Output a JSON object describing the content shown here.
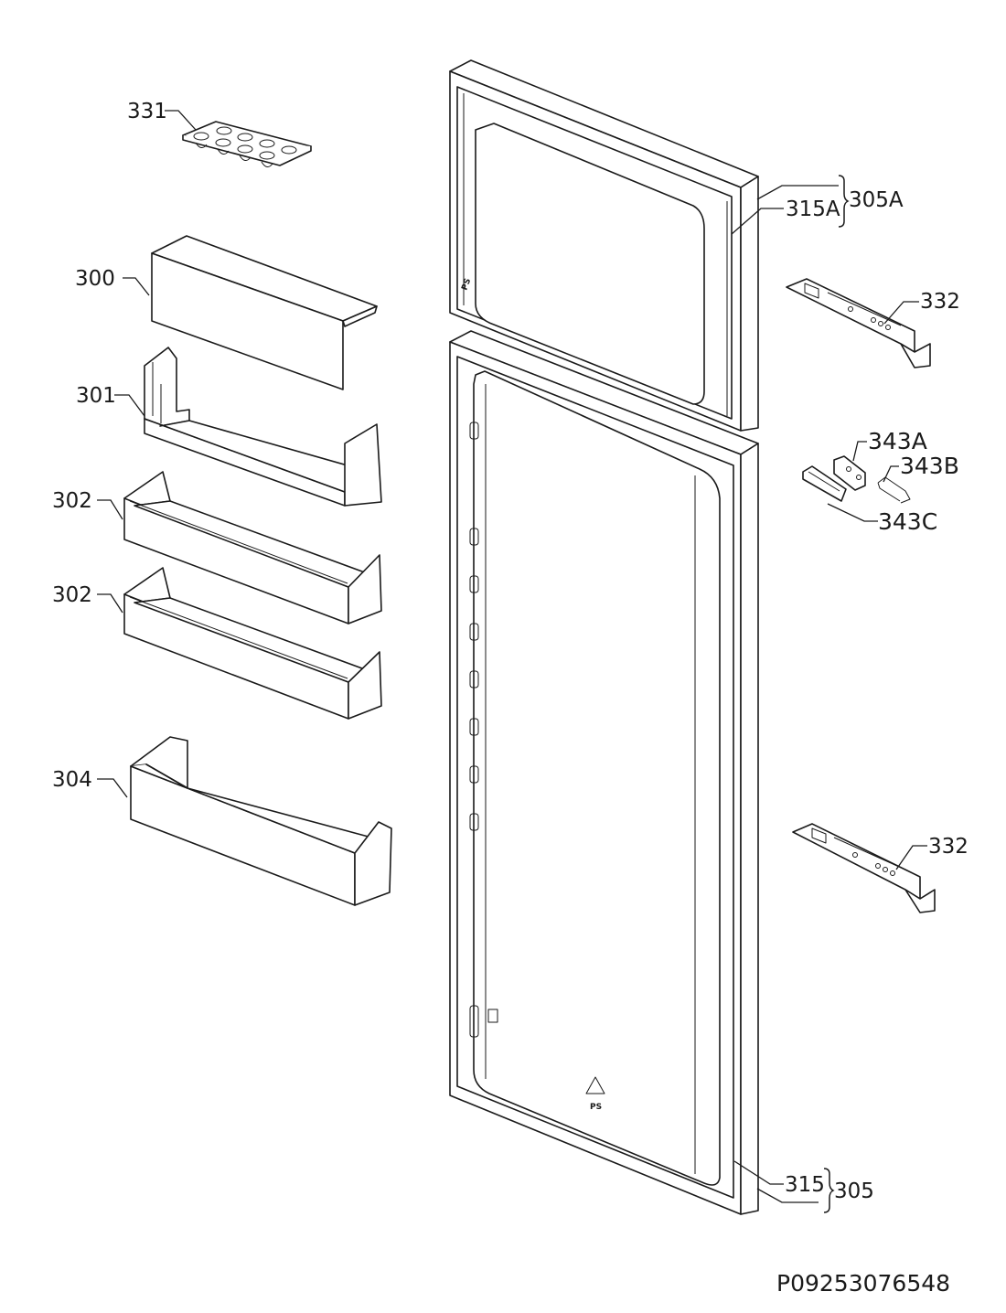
{
  "labels": {
    "l331": "331",
    "l300": "300",
    "l301": "301",
    "l302a": "302",
    "l302b": "302",
    "l304": "304",
    "l315A": "315A",
    "l305A": "305A",
    "l332a": "332",
    "l343A": "343A",
    "l343B": "343B",
    "l343C": "343C",
    "l332b": "332",
    "l315": "315",
    "l305": "305"
  },
  "recycle_marks": {
    "upper": "PS",
    "lower": "PS"
  },
  "document_code": "P09253076548"
}
